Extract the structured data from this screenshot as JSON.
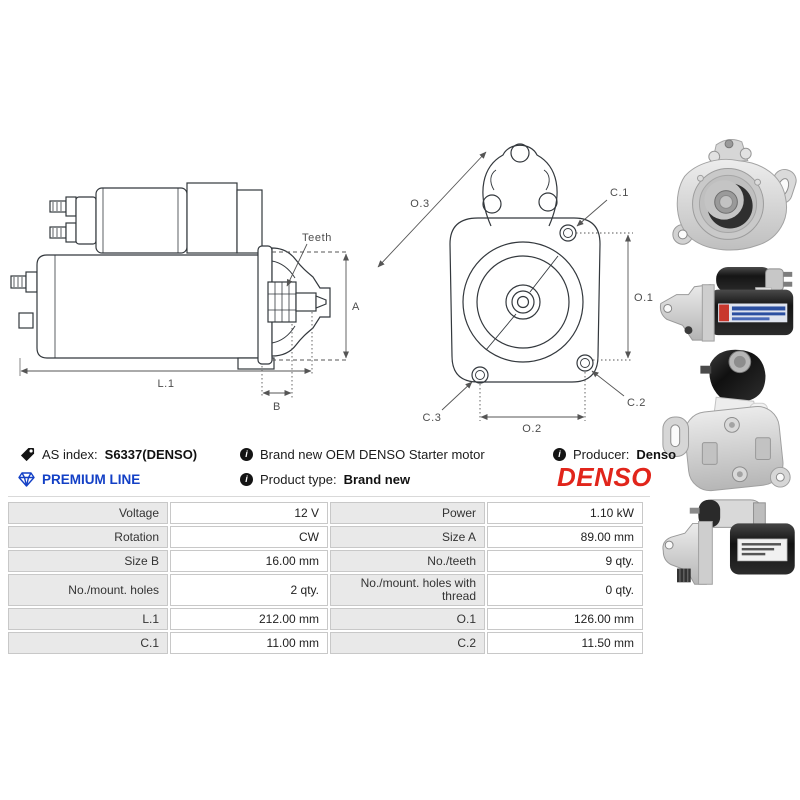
{
  "info": {
    "as_index_label": "AS index:",
    "as_index_value": "S6337(DENSO)",
    "description": "Brand new OEM DENSO Starter motor",
    "producer_label": "Producer:",
    "producer_value": "Denso",
    "premium_line": "PREMIUM LINE",
    "product_type_label": "Product type:",
    "product_type_value": "Brand new",
    "brand_logo": "DENSO"
  },
  "icons": {
    "info_glyph": "i"
  },
  "colors": {
    "premium_blue": "#1340c6",
    "denso_red": "#e1251b",
    "table_label_bg": "#e9e9e9",
    "table_border": "#c8c8c8",
    "drawing_line": "#33383d",
    "dimension_line": "#555555"
  },
  "drawings": {
    "side_view": {
      "teeth": "Teeth",
      "a": "A",
      "l1": "L.1",
      "b": "B"
    },
    "front_view": {
      "o3": "O.3",
      "c1": "C.1",
      "o1": "O.1",
      "c2": "C.2",
      "c3": "C.3",
      "o2": "O.2"
    }
  },
  "spec_table": {
    "rows": [
      {
        "l1": "Voltage",
        "v1": "12 V",
        "l2": "Power",
        "v2": "1.10 kW"
      },
      {
        "l1": "Rotation",
        "v1": "CW",
        "l2": "Size A",
        "v2": "89.00 mm"
      },
      {
        "l1": "Size B",
        "v1": "16.00 mm",
        "l2": "No./teeth",
        "v2": "9 qty."
      },
      {
        "l1": "No./mount. holes",
        "v1": "2 qty.",
        "l2": "No./mount. holes with thread",
        "v2": "0 qty."
      },
      {
        "l1": "L.1",
        "v1": "212.00 mm",
        "l2": "O.1",
        "v2": "126.00 mm"
      },
      {
        "l1": "C.1",
        "v1": "11.00 mm",
        "l2": "C.2",
        "v2": "11.50 mm"
      }
    ]
  }
}
